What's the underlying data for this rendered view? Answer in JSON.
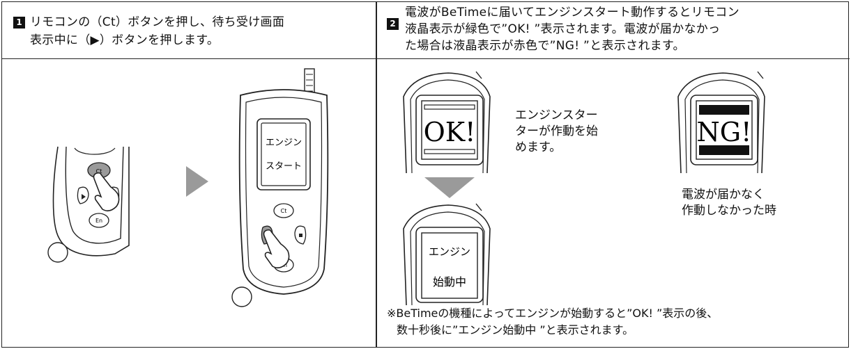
{
  "step1": {
    "number": "1",
    "text_line1": "リモコンの（Ct）ボタンを押し、待ち受け画面",
    "text_line2": "表示中に（▶）ボタンを押します。"
  },
  "step2": {
    "number": "2",
    "text_line1": "電波がBeTimeに届いてエンジンスタート動作するとリモコン",
    "text_line2": "液晶表示が緑色で”OK! ”表示されます。電波が届かなかっ",
    "text_line3": "た場合は液晶表示が赤色で”NG! ”と表示されます。"
  },
  "remote_buttons": {
    "ct": "Ct",
    "en": "En"
  },
  "screen_standby": {
    "line1": "エンジン",
    "line2": "スタート"
  },
  "screen_ok": "OK!",
  "screen_ng": "NG!",
  "screen_starting": {
    "line1": "エンジン",
    "line2": "始動中"
  },
  "ok_caption": [
    "エンジンスター",
    "ターが作動を始",
    "めます。"
  ],
  "ng_caption": [
    "電波が届かなく",
    "作動しなかった時"
  ],
  "footnote": {
    "line1": "※BeTimeの機種によってエンジンが始動すると”OK! ”表示の後、",
    "line2": "数十秒後に”エンジン始動中 ”と表示されます。"
  }
}
